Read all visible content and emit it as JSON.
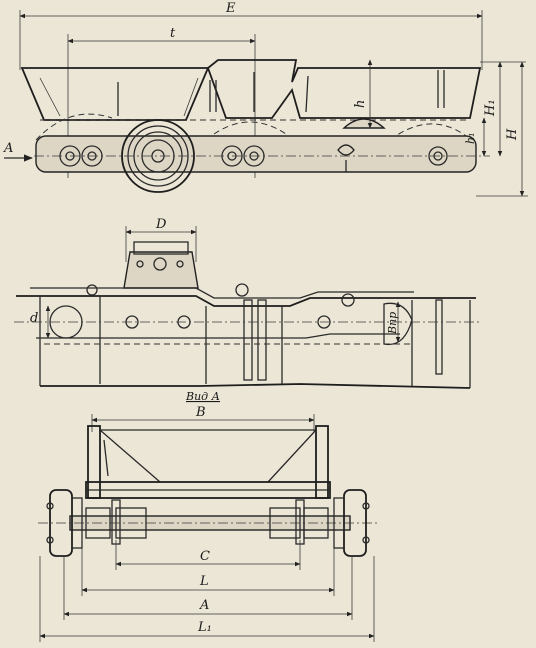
{
  "views": {
    "side": {
      "dims": {
        "E": "E",
        "t": "t",
        "h": "h",
        "H1": "H₁",
        "H": "H",
        "h1": "h₁"
      },
      "arrow_label": "A"
    },
    "plan": {
      "dims": {
        "D": "D",
        "d": "d",
        "Bnp": "Bпр"
      }
    },
    "end": {
      "caption": "Вид А",
      "dims": {
        "B": "B",
        "C": "C",
        "L": "L",
        "A": "A",
        "L1": "L₁"
      }
    }
  },
  "colors": {
    "paper": "#ece6d6",
    "ink": "#2a2a2a"
  }
}
